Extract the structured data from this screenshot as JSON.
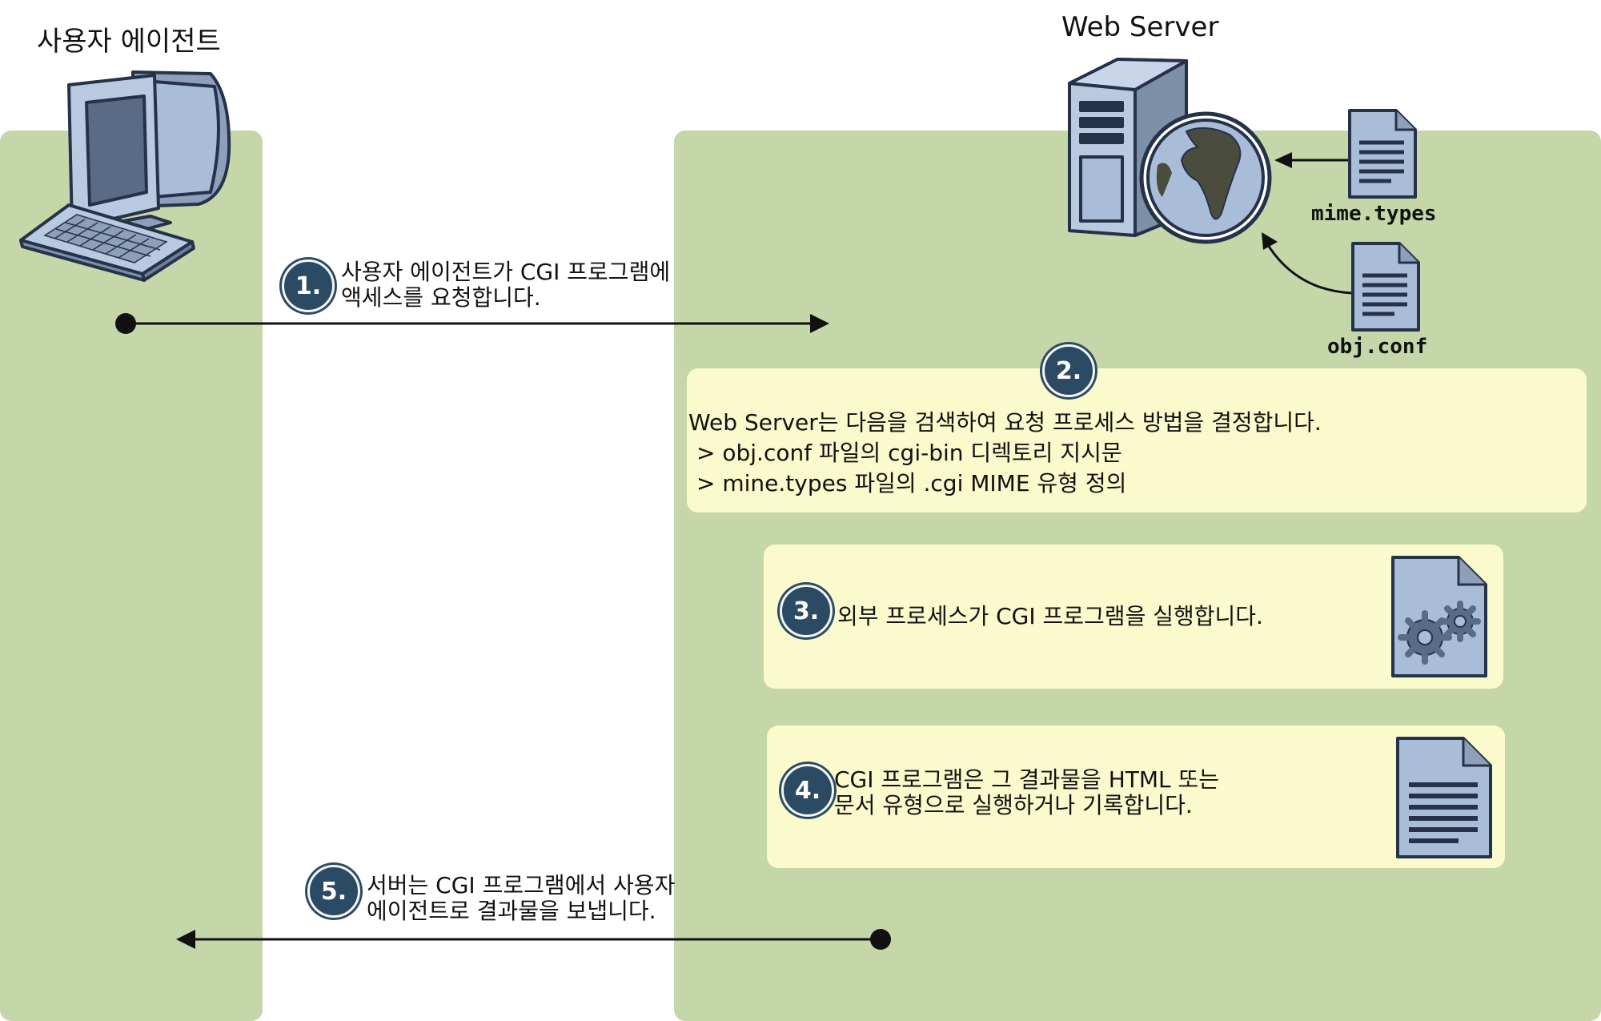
{
  "colors": {
    "lane": "#c5d6a8",
    "note": "#fafacc",
    "badge": "#2b4a63",
    "icon_fill": "#a9bcd8",
    "icon_stroke": "#26324a",
    "arrow": "#111111"
  },
  "user_agent": {
    "title": "사용자 에이전트",
    "icon": "desktop-computer-icon"
  },
  "web_server": {
    "title": "Web Server",
    "icon": "server-globe-icon"
  },
  "files": [
    {
      "label": "mime.types",
      "icon": "document-icon"
    },
    {
      "label": "obj.conf",
      "icon": "document-icon"
    }
  ],
  "steps": [
    {
      "num": "1.",
      "lines": [
        "사용자 에이전트가 CGI 프로그램에",
        "액세스를 요청합니다."
      ]
    },
    {
      "num": "2.",
      "lines": [
        "Web Server는 다음을 검색하여 요청 프로세스 방법을 결정합니다.",
        " > obj.conf 파일의 cgi-bin 디렉토리 지시문",
        " > mine.types 파일의 .cgi MIME 유형 정의"
      ]
    },
    {
      "num": "3.",
      "lines": [
        "외부 프로세스가 CGI 프로그램을 실행합니다."
      ],
      "icon": "gears-document-icon"
    },
    {
      "num": "4.",
      "lines": [
        "CGI 프로그램은 그 결과물을 HTML 또는",
        "문서 유형으로 실행하거나 기록합니다."
      ],
      "icon": "text-document-icon"
    },
    {
      "num": "5.",
      "lines": [
        "서버는 CGI 프로그램에서 사용자",
        "에이전트로 결과물을 보냅니다."
      ]
    }
  ]
}
